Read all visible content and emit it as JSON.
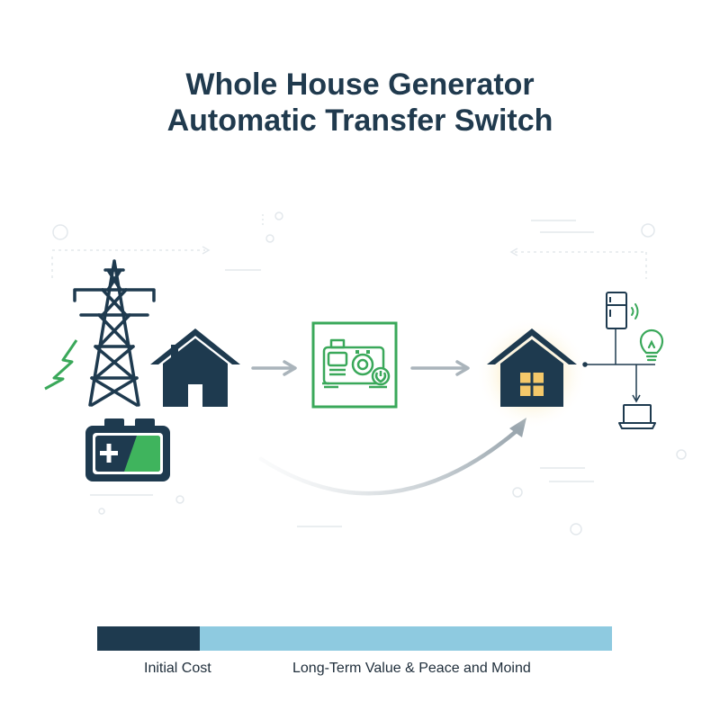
{
  "title": {
    "line1": "Whole House Generator",
    "line2": "Automatic Transfer Switch"
  },
  "colors": {
    "navy": "#1e3a4f",
    "green": "#3aa85a",
    "light_blue": "#8ecae0",
    "arrow_gray": "#aab4bb",
    "glow": "#f5d98a"
  },
  "icons": [
    "power-tower-icon",
    "lightning-icon",
    "house-icon",
    "battery-icon",
    "generator-icon",
    "powered-house-icon",
    "refrigerator-icon",
    "wifi-signal-icon",
    "light-bulb-icon",
    "laptop-icon"
  ],
  "cost_bar": {
    "initial_fraction": 0.2,
    "initial_label": "Initial Cost",
    "longterm_label": "Long-Term Value & Peace and Moind"
  }
}
